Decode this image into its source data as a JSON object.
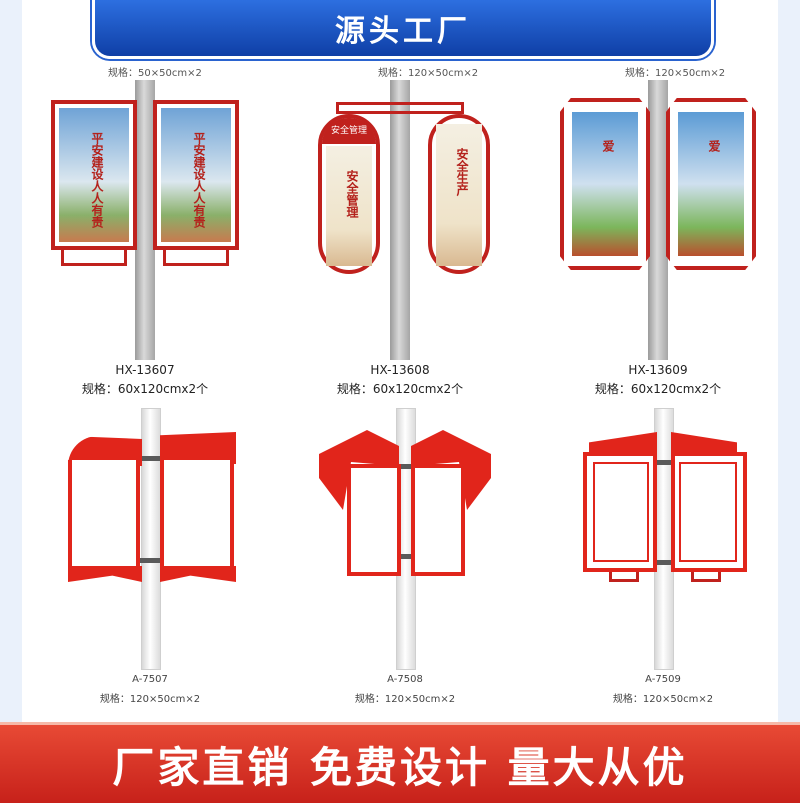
{
  "header": {
    "title": "源头工厂"
  },
  "top_specs": [
    "规格：50×50cm×2",
    "规格：120×50cm×2",
    "规格：120×50cm×2"
  ],
  "products_row1": [
    {
      "code": "HX-13607",
      "spec": "规格：60x120cmx2个",
      "poster_text_left": "平安建设人人有责",
      "poster_text_right": "平安建设人人有责"
    },
    {
      "code": "HX-13608",
      "spec": "规格：60x120cmx2个",
      "header_text": "安全管理",
      "poster_text_left": "安全管理",
      "poster_text_right": "安全生产"
    },
    {
      "code": "HX-13609",
      "spec": "规格：60x120cmx2个",
      "poster_text_left": "爱",
      "poster_text_right": "爱"
    }
  ],
  "products_row2": [
    {
      "code": "A-7507",
      "spec": "规格：120×50cm×2"
    },
    {
      "code": "A-7508",
      "spec": "规格：120×50cm×2"
    },
    {
      "code": "A-7509",
      "spec": "规格：120×50cm×2"
    }
  ],
  "footer": {
    "slogan": "厂家直销  免费设计  量大从优"
  },
  "colors": {
    "brand_blue": "#1a4fc0",
    "accent_red": "#e1251b",
    "frame_red": "#c0211d"
  }
}
